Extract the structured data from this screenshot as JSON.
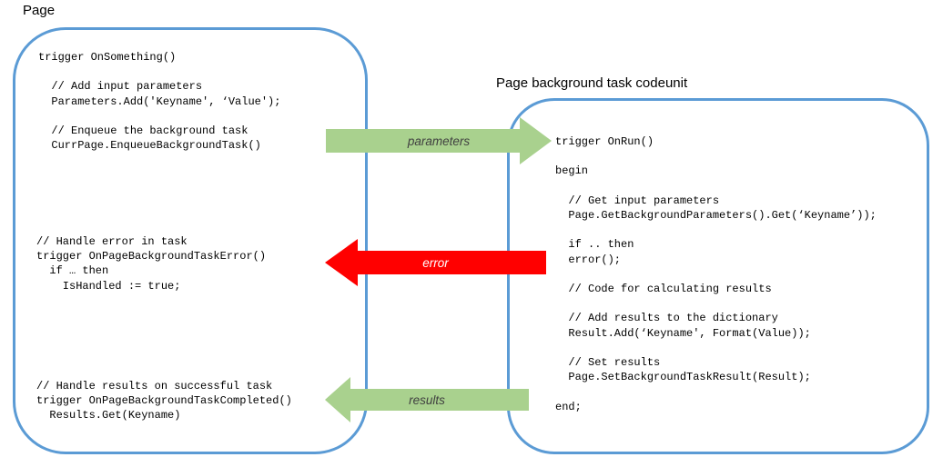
{
  "diagram": {
    "left_panel": {
      "title": "Page",
      "code_sections": {
        "trigger_section": "trigger OnSomething()\n\n  // Add input parameters\n  Parameters.Add('Keyname', ‘Value');\n\n  // Enqueue the background task\n  CurrPage.EnqueueBackgroundTask()",
        "error_section": "// Handle error in task\ntrigger OnPageBackgroundTaskError()\n  if … then\n    IsHandled := true;",
        "results_section": "// Handle results on successful task\ntrigger OnPageBackgroundTaskCompleted()\n  Results.Get(Keyname)"
      }
    },
    "right_panel": {
      "title": "Page background task codeunit",
      "code": "trigger OnRun()\n\nbegin\n\n  // Get input parameters\n  Page.GetBackgroundParameters().Get(‘Keyname’));\n\n  if .. then\n  error();\n\n  // Code for calculating results\n\n  // Add results to the dictionary\n  Result.Add(‘Keyname', Format(Value));\n\n  // Set results\n  Page.SetBackgroundTaskResult(Result);\n\nend;"
    },
    "arrows": {
      "parameters": {
        "label": "parameters",
        "direction": "right",
        "fill": "#A9D18E",
        "label_color": "#404040"
      },
      "error": {
        "label": "error",
        "direction": "left",
        "fill": "#FF0000",
        "label_color": "#FFFFFF"
      },
      "results": {
        "label": "results",
        "direction": "left",
        "fill": "#A9D18E",
        "label_color": "#404040"
      }
    },
    "colors": {
      "box_border": "#5B9BD5",
      "arrow_green": "#A9D18E",
      "arrow_red": "#FF0000",
      "text": "#000000"
    }
  }
}
